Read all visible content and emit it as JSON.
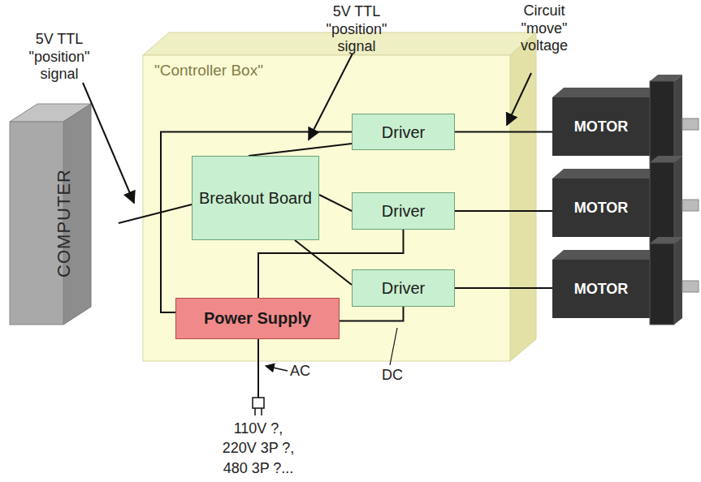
{
  "diagram": {
    "nodes": [
      {
        "text": [
          "COMPUTER"
        ]
      },
      {
        "text": [
          "\"Controller Box\""
        ]
      },
      {
        "text": [
          "Driver"
        ],
        "in": 1
      },
      {
        "text": [
          "Breakout Board"
        ],
        "in": 1
      },
      {
        "text": [
          "Driver"
        ],
        "in": 1
      },
      {
        "text": [
          "Driver"
        ],
        "in": 1
      },
      {
        "text": [
          "Power Supply"
        ],
        "in": 1
      },
      {
        "text": [
          "MOTOR"
        ]
      },
      {
        "text": [
          "MOTOR"
        ]
      },
      {
        "text": [
          "MOTOR"
        ]
      }
    ],
    "edges": [
      {
        "from": 0,
        "to": 3,
        "arrow": "none"
      },
      {
        "from": 3,
        "to": 2,
        "arrow": "none"
      },
      {
        "from": 3,
        "to": 4,
        "arrow": "none"
      },
      {
        "from": 3,
        "to": 5,
        "arrow": "none"
      },
      {
        "from": 6,
        "to": 2,
        "arrow": "none"
      },
      {
        "from": 6,
        "to": 4,
        "arrow": "none"
      },
      {
        "from": 6,
        "to": 5,
        "arrow": "none"
      },
      {
        "from": 2,
        "to": 7,
        "arrow": "none"
      },
      {
        "from": 4,
        "to": 8,
        "arrow": "none"
      },
      {
        "from": 5,
        "to": 9,
        "arrow": "none"
      }
    ],
    "labels": [
      "5V TTL \"position\" signal",
      "5V TTL \"position\" signal",
      "Circuit \"move\" voltage",
      "AC",
      "DC",
      "110V ?, 220V 3P ?, 480 3P ?..."
    ]
  }
}
